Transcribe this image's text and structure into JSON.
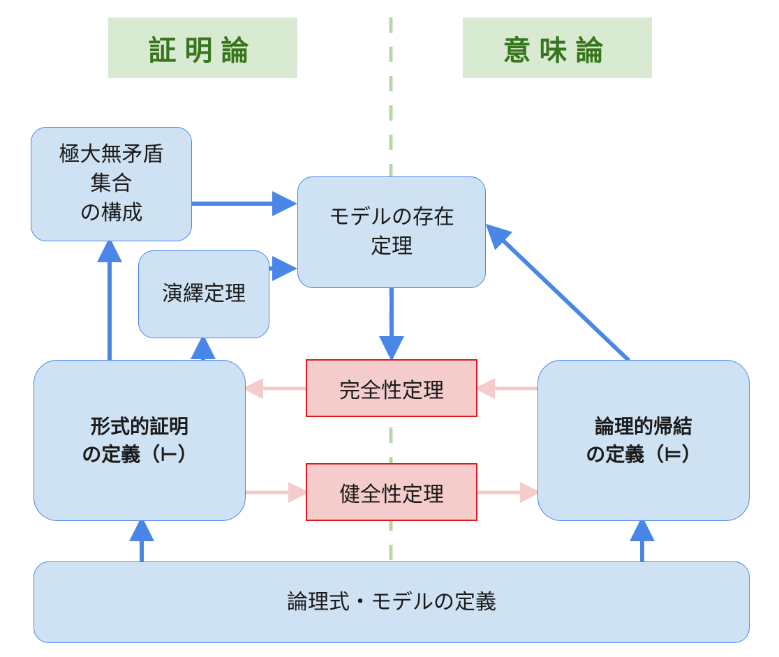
{
  "headers": {
    "left": "証明論",
    "right": "意味論"
  },
  "nodes": {
    "maximal_consistent": "極大無矛盾\n集合\nの構成",
    "model_existence": "モデルの存在\n定理",
    "deduction": "演繹定理",
    "formal_proof": "形式的証明\nの定義（⊢）",
    "logical_consequence": "論理的帰結\nの定義（⊨）",
    "completeness": "完全性定理",
    "soundness": "健全性定理",
    "formula_model": "論理式・モデルの定義"
  },
  "colors": {
    "header_bg": "#d9ead3",
    "header_text": "#38761d",
    "divider": "#b6d7a8",
    "box_fill": "#cfe2f3",
    "box_border": "#4a86e8",
    "strong_arrow": "#4a86e8",
    "theorem_fill": "#f4cccc",
    "theorem_border": "#e0191e",
    "weak_arrow": "#f4cccc"
  }
}
